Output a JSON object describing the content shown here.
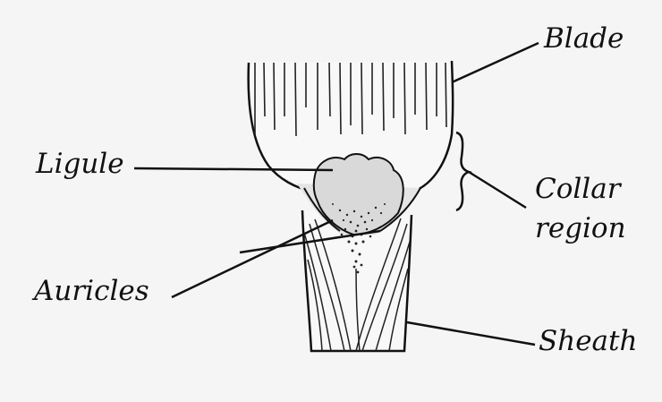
{
  "labels": {
    "blade": "Blade",
    "ligule": "Ligule",
    "collar_line1": "Collar",
    "collar_line2": "region",
    "auricles": "Auricles",
    "sheath": "Sheath"
  },
  "colors": {
    "ink": "#111111",
    "background": "#f5f5f5",
    "ligule_fill": "#d9d9d9"
  }
}
